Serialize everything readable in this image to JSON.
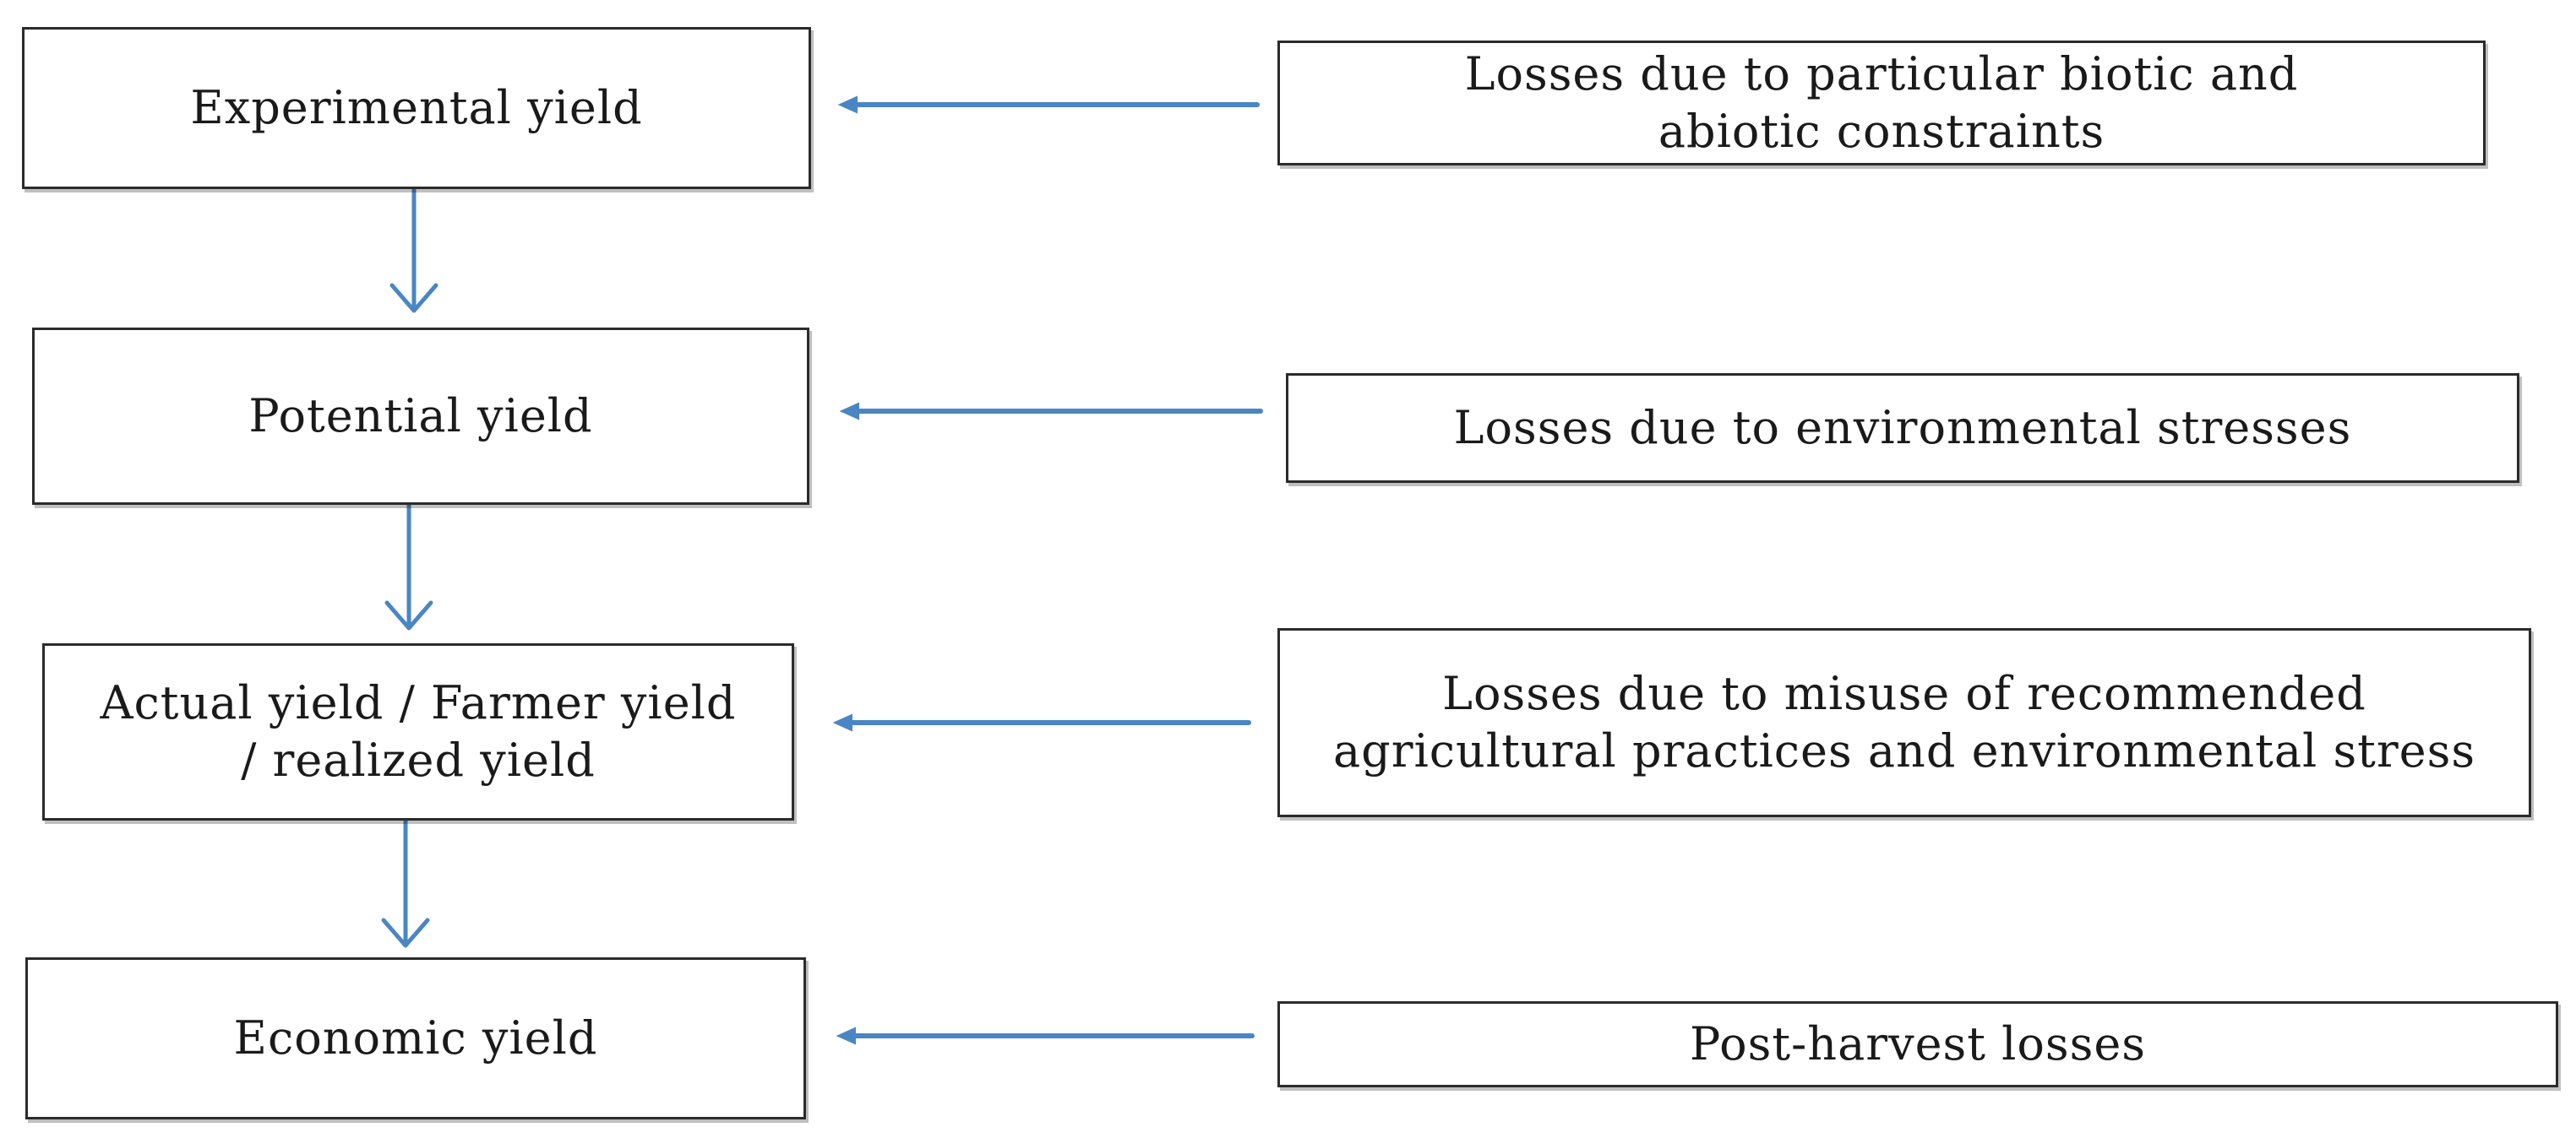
{
  "yield_boxes": [
    {
      "label": "Experimental yield"
    },
    {
      "label": "Potential yield"
    },
    {
      "label": "Actual yield / Farmer yield / realized yield"
    },
    {
      "label": "Economic yield"
    }
  ],
  "loss_boxes": [
    {
      "label": "Losses due to particular biotic and abiotic constraints"
    },
    {
      "label": "Losses due to environmental stresses"
    },
    {
      "label": "Losses due to misuse of recommended agricultural practices and environmental stress"
    },
    {
      "label": "Post-harvest losses"
    }
  ],
  "colors": {
    "arrow": "#4a86c4",
    "box_border": "#2b2b2b",
    "text": "#1a1a1a",
    "background": "#ffffff"
  }
}
